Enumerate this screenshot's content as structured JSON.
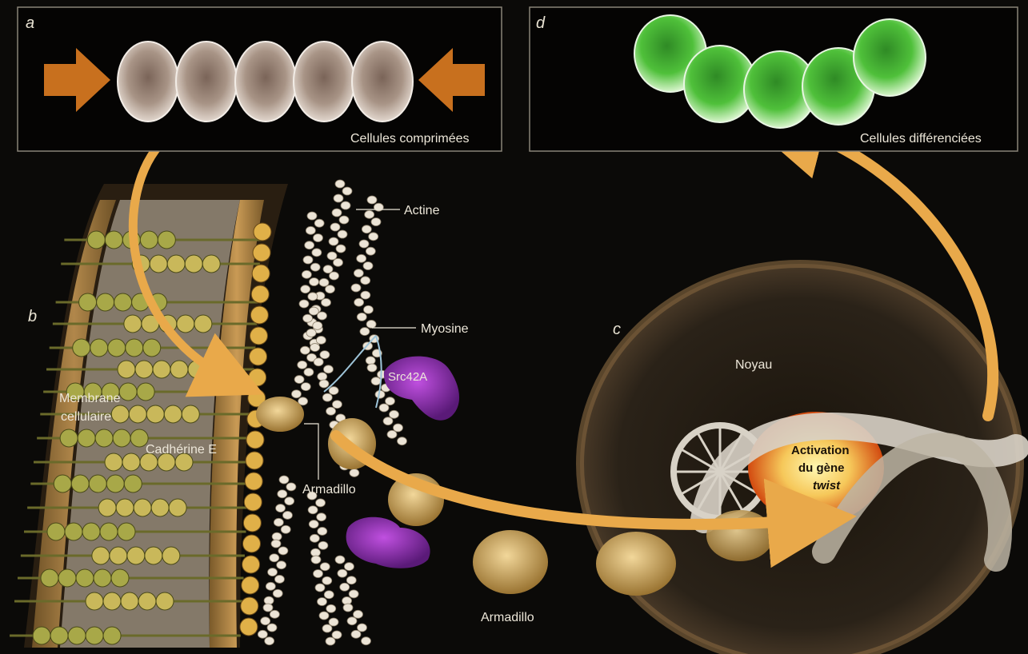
{
  "panels": {
    "a": {
      "letter": "a",
      "caption": "Cellules comprimées"
    },
    "b": {
      "letter": "b"
    },
    "c": {
      "letter": "c"
    },
    "d": {
      "letter": "d",
      "caption": "Cellules différenciées"
    }
  },
  "labels": {
    "actine": "Actine",
    "myosine": "Myosine",
    "src42a": "Src42A",
    "membrane_line1": "Membrane",
    "membrane_line2": "cellulaire",
    "cadherine": "Cadhérine E",
    "armadillo_1": "Armadillo",
    "armadillo_2": "Armadillo",
    "noyau": "Noyau",
    "activation_line1": "Activation",
    "activation_line2": "du gène",
    "activation_line3": "twist"
  },
  "colors": {
    "arrow": "#e9a94a",
    "compress_arrow": "#c8701e",
    "compressed_cell": "#b9a89a",
    "differentiated_cell": "#49b83a",
    "cadherin": "#9a9a3a",
    "armadillo": "#c9a65a",
    "src42a": "#8a2fa8",
    "membrane": "#b88a44"
  }
}
